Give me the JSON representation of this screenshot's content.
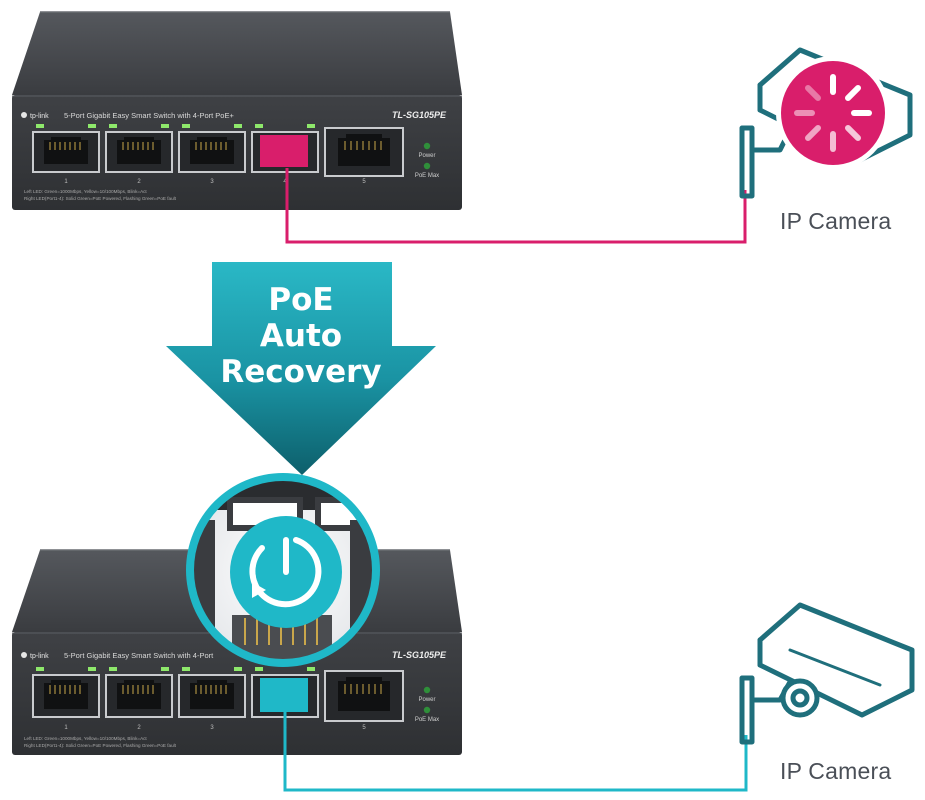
{
  "switch_top": {
    "brand": "tp-link",
    "model_desc": "5-Port Gigabit Easy Smart Switch with 4-Port PoE+",
    "model": "TL-SG105PE",
    "port_numbers": [
      "1",
      "2",
      "3",
      "4",
      "5"
    ],
    "led_labels": [
      "Power",
      "PoE Max"
    ],
    "legend_line1": "Left LED:  Green=1000Mbps,  Yellow=10/100Mbps,  Blink=Act",
    "legend_line2": "Right LED(Port1-4):  Solid Green=PoE Powered,  Flashing Green=PoE fault"
  },
  "switch_bottom": {
    "brand": "tp-link",
    "model_desc": "5-Port Gigabit Easy Smart Switch with 4-Port",
    "model": "TL-SG105PE",
    "port_numbers": [
      "1",
      "2",
      "3",
      "4",
      "5"
    ],
    "led_labels": [
      "Power",
      "PoE Max"
    ],
    "legend_line1": "Left LED:  Green=1000Mbps,  Yellow=10/100Mbps,  Blink=Act",
    "legend_line2": "Right LED(Port1-4):  Solid Green=PoE Powered,  Flashing Green=PoE fault"
  },
  "arrow": {
    "line1": "PoE",
    "line2": "Auto",
    "line3": "Recovery"
  },
  "cameras": {
    "top_label": "IP Camera",
    "bottom_label": "IP Camera"
  },
  "colors": {
    "fault": "#d91e6b",
    "recovery": "#1fb8c8",
    "arrow_dark": "#0f6f7c",
    "switch_body": "#3c3e42"
  },
  "icons": {
    "top_camera_badge": "loading-spinner-icon",
    "zoom_badge": "power-recovery-icon"
  }
}
